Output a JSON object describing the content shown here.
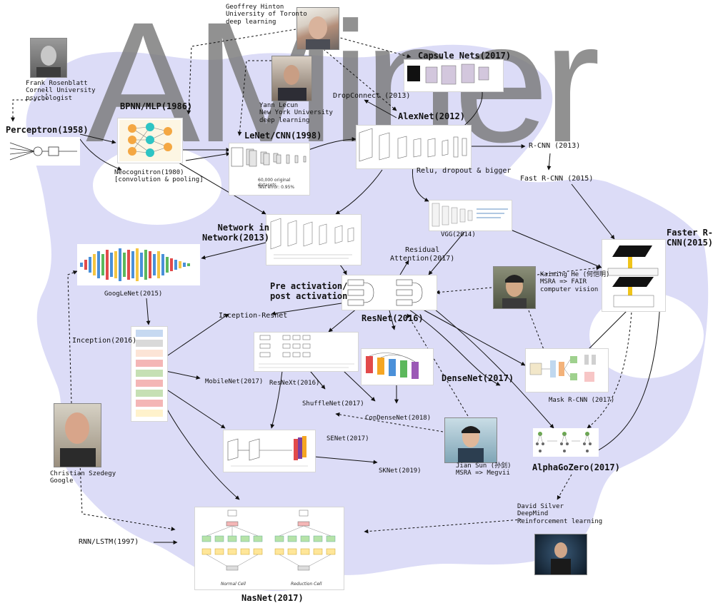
{
  "watermark": "AMiner",
  "people": {
    "hinton": "Geoffrey Hinton\nUniversity of Toronto\ndeep learning",
    "rosenblatt": "Frank Rosenblatt\nCornell University\npsychologist",
    "lecun": "Yann Lecun\nNew York University\ndeep learning",
    "he": "Kaiming He (何恺明)\nMSRA => FAIR\ncomputer vision",
    "szegedy": "Christian Szedegy\nGoogle",
    "sun": "Jian Sun (孙剑)\nMSRA => Megvii",
    "silver": "David Silver\nDeepMind\nReinforcement learning"
  },
  "models": {
    "perceptron": "Perceptron(1958)",
    "bpnn": "BPNN/MLP(1986)",
    "neocognitron": "Neocognitron(1980)\n[convolution & pooling]",
    "lenet": "LeNet/CNN(1998)",
    "capsule": "Capsule Nets(2017)",
    "dropconnect": "DropConnect (2013)",
    "alexnet": "AlexNet(2012)",
    "relu_note": "Relu,  dropout & bigger",
    "rcnn": "R-CNN (2013)",
    "fast_rcnn": "Fast R-CNN (2015)",
    "faster_rcnn": "Faster R-\nCNN(2015)",
    "nin": "Network in\nNetwork(2013)",
    "vgg": "VGG(2014)",
    "residual_attention": "Residual\nAttention(2017)",
    "preact": "Pre activation/\npost activation",
    "googlenet": "GoogLeNet(2015)",
    "inception_resnet": "Inception-Resnet",
    "resnet": "ResNet(2016)",
    "inception": "Inception(2016)",
    "mobilenet": "MobileNet(2017)",
    "resnext": "ResNeXt(2016)",
    "densenet": "DenseNet(2017)",
    "mask_rcnn": "Mask R-CNN (2017)",
    "shufflenet": "ShuffleNet(2017)",
    "condensenet": "ConDenseNet(2018)",
    "senet": "SENet(2017)",
    "sknet": "SKNet(2019)",
    "alphagozero": "AlphaGoZero(2017)",
    "rnn": "RNN/LSTM(1997)",
    "nasnet": "NasNet(2017)"
  },
  "figure_text": {
    "lenet_datasets": "60,000 original datasets",
    "lenet_error": "Test error: 0.95%",
    "nasnet_normal": "Normal Cell",
    "nasnet_reduction": "Reduction Cell"
  },
  "colors": {
    "blob": "#dcdcf7",
    "watermark": "#7a7a7a",
    "edge": "#111111"
  }
}
